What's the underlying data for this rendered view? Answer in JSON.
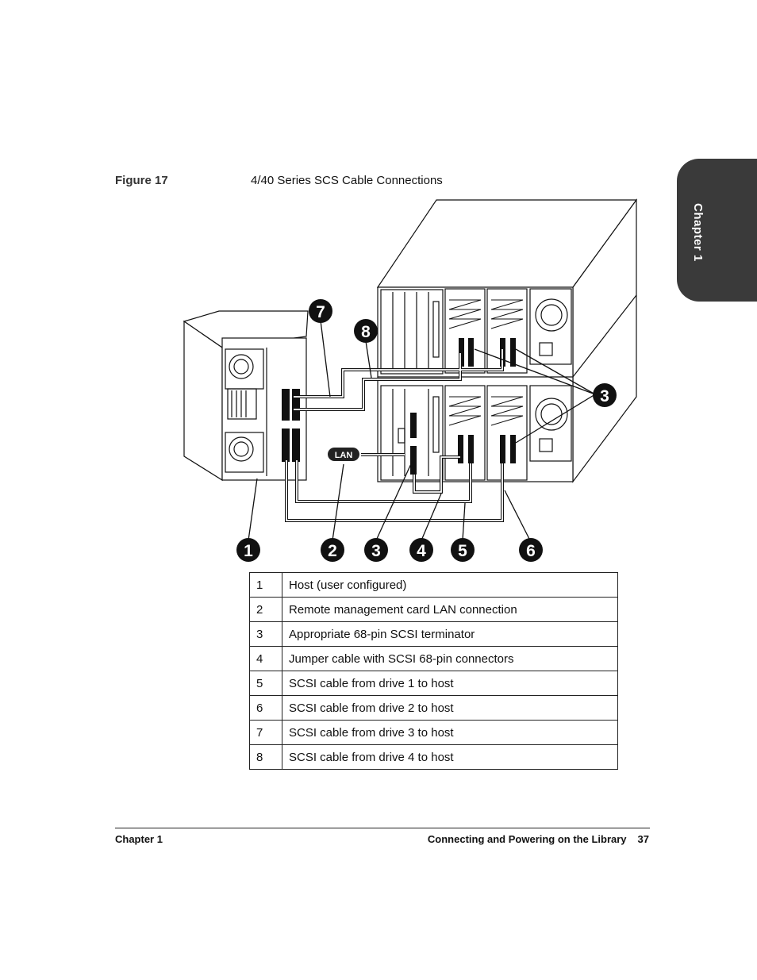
{
  "side_tab": {
    "label": "Chapter 1"
  },
  "figure": {
    "label": "Figure 17",
    "title": "4/40 Series SCS Cable Connections",
    "lan_label": "LAN",
    "callouts": [
      "1",
      "2",
      "3",
      "4",
      "5",
      "6",
      "7",
      "8",
      "3"
    ]
  },
  "legend": [
    {
      "num": "1",
      "desc": "Host (user configured)"
    },
    {
      "num": "2",
      "desc": "Remote management card LAN connection"
    },
    {
      "num": "3",
      "desc": "Appropriate 68-pin SCSI terminator"
    },
    {
      "num": "4",
      "desc": "Jumper cable with SCSI 68-pin connectors"
    },
    {
      "num": "5",
      "desc": "SCSI cable from drive 1 to host"
    },
    {
      "num": "6",
      "desc": "SCSI cable from drive 2 to host"
    },
    {
      "num": "7",
      "desc": "SCSI cable from drive 3 to host"
    },
    {
      "num": "8",
      "desc": "SCSI cable from drive 4 to host"
    }
  ],
  "footer": {
    "left": "Chapter 1",
    "right": "Connecting and Powering on the Library",
    "page": "37"
  }
}
